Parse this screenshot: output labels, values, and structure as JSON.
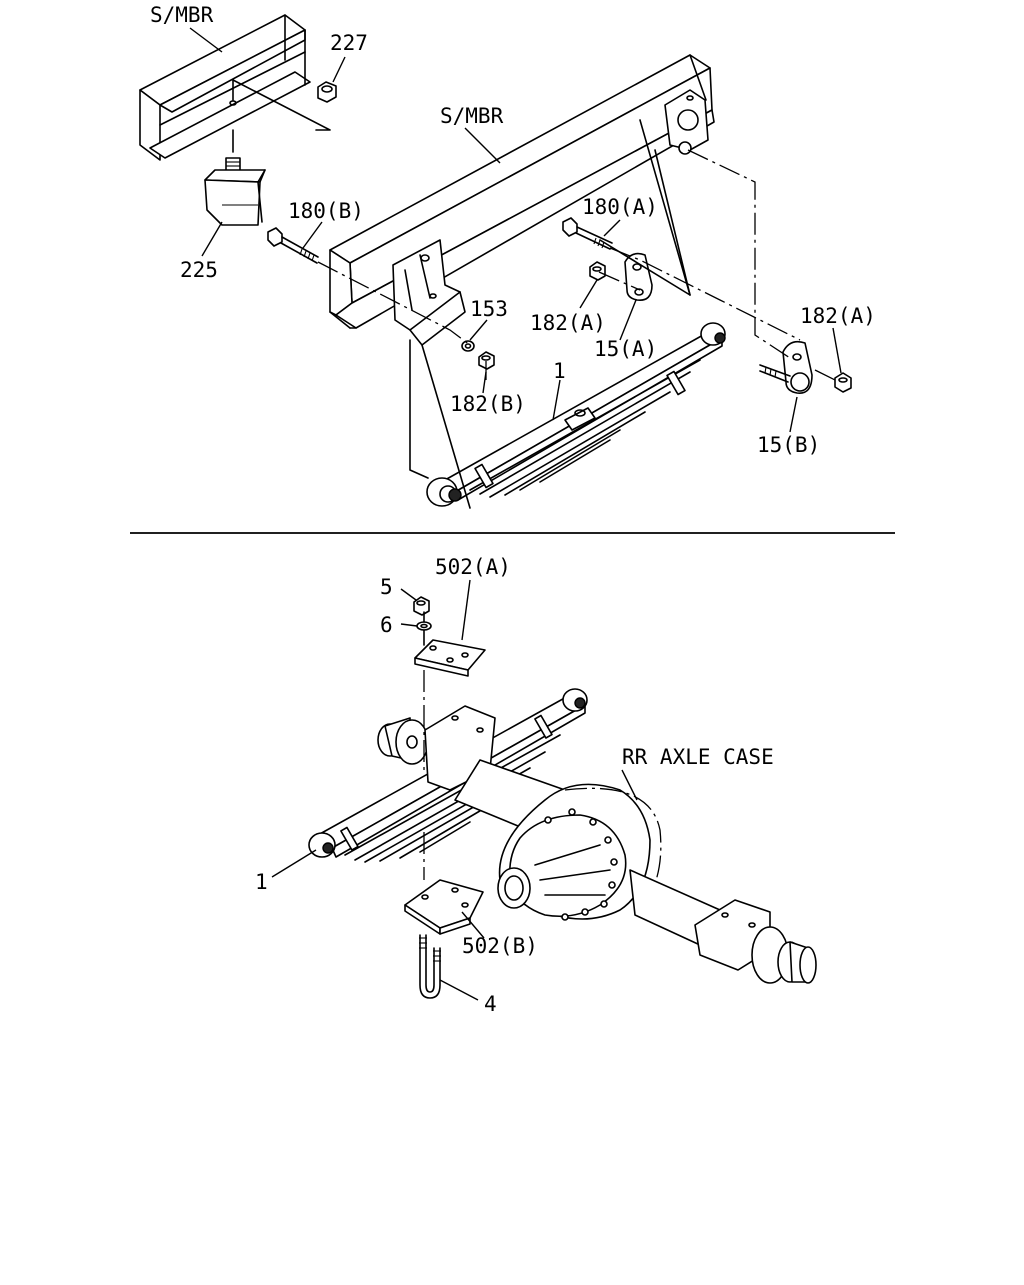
{
  "upper_section": {
    "labels": {
      "smbr_top": "S/MBR",
      "smbr_frame": "S/MBR",
      "p227": "227",
      "p225": "225",
      "p180b": "180(B)",
      "p180a": "180(A)",
      "p153": "153",
      "p182a_left": "182(A)",
      "p182a_right": "182(A)",
      "p182b": "182(B)",
      "p15a": "15(A)",
      "p15b": "15(B)",
      "p1": "1"
    }
  },
  "lower_section": {
    "labels": {
      "p502a": "502(A)",
      "p5": "5",
      "p6": "6",
      "rr_axle_case": "RR AXLE CASE",
      "p1": "1",
      "p502b": "502(B)",
      "p4": "4"
    }
  }
}
